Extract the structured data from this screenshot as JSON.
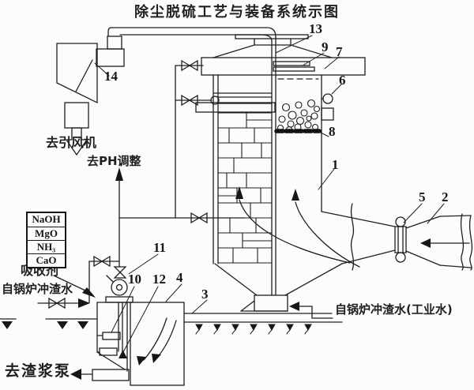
{
  "title": "除尘脱硫工艺与装备系统示图",
  "labels": {
    "to_fan": "去引风机",
    "to_ph_adjust": "去PH调整",
    "absorbent": "吸收剂",
    "boiler_slag_water": "自锅炉冲渣水",
    "to_slag_pump": "去渣浆泵",
    "boiler_slag_water_industrial": "自锅炉冲渣水(工业水)"
  },
  "absorbent_table": {
    "rows": [
      "NaOH",
      "MgO",
      "NH₃",
      "CaO"
    ]
  },
  "part_numbers": {
    "n1": "1",
    "n2": "2",
    "n3": "3",
    "n4": "4",
    "n5": "5",
    "n6": "6",
    "n7": "7",
    "n8": "8",
    "n9": "9",
    "n10": "10",
    "n11": "11",
    "n12": "12",
    "n13": "13",
    "n14": "14"
  },
  "colors": {
    "ink": "#1f1f1f",
    "paper": "#fcfcfa"
  }
}
